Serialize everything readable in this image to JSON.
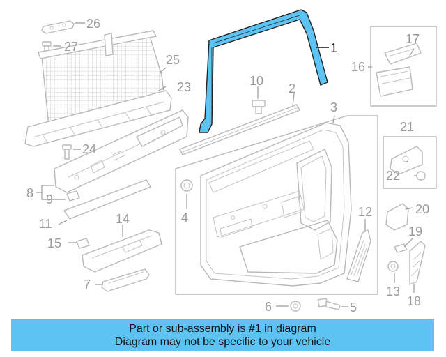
{
  "banner": {
    "line1": "Part or sub-assembly is #1 in diagram",
    "line2": "Diagram may not be specific to your vehicle",
    "background_color": "#5cc3f3"
  },
  "highlight_color": "#5cc3f3",
  "callouts": {
    "c1": "1",
    "c2": "2",
    "c3": "3",
    "c4": "4",
    "c5": "5",
    "c6": "6",
    "c7": "7",
    "c8": "8",
    "c9": "9",
    "c10": "10",
    "c11": "11",
    "c12": "12",
    "c13": "13",
    "c14": "14",
    "c15": "15",
    "c16": "16",
    "c17": "17",
    "c18": "18",
    "c19": "19",
    "c20": "20",
    "c21": "21",
    "c22": "22",
    "c23": "23",
    "c24": "24",
    "c25": "25",
    "c26": "26",
    "c27": "27"
  }
}
